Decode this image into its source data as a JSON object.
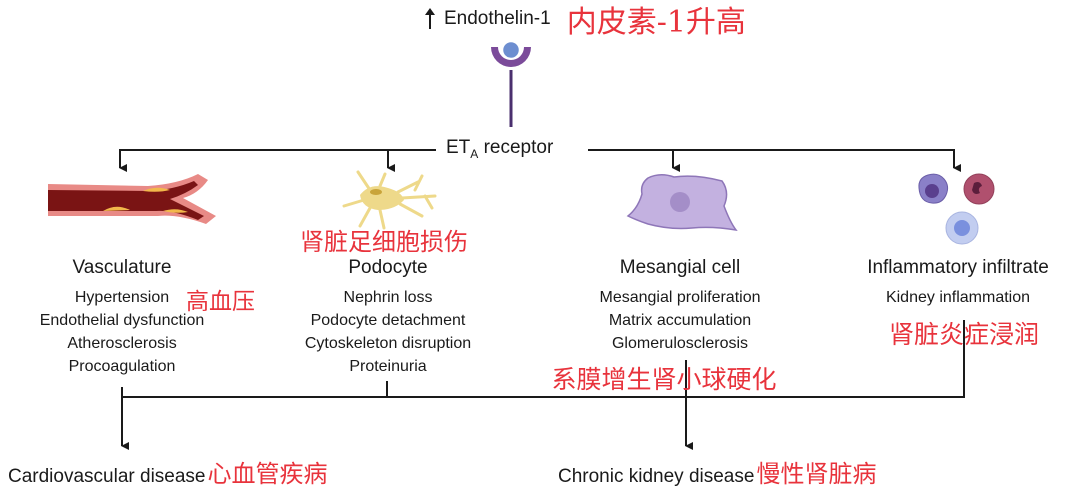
{
  "header": {
    "up_arrow_icon": "up-arrow",
    "ligand_label": "Endothelin-1",
    "ligand_label_zh": "内皮素-1升高"
  },
  "receptor": {
    "label_main": "ET",
    "label_sub": "A",
    "label_rest": " receptor",
    "icon": "receptor-icon"
  },
  "branches": [
    {
      "title": "Vasculature",
      "icon": "blood-vessel-icon",
      "items": [
        "Hypertension",
        "Endothelial dysfunction",
        "Atherosclerosis",
        "Procoagulation"
      ],
      "annotation_zh": "高血压"
    },
    {
      "title": "Podocyte",
      "icon": "podocyte-icon",
      "items": [
        "Nephrin loss",
        "Podocyte detachment",
        "Cytoskeleton disruption",
        "Proteinuria"
      ],
      "annotation_zh": "肾脏足细胞损伤"
    },
    {
      "title": "Mesangial cell",
      "icon": "mesangial-cell-icon",
      "items": [
        "Mesangial proliferation",
        "Matrix accumulation",
        "Glomerulosclerosis"
      ],
      "annotation_zh": "系膜增生肾小球硬化"
    },
    {
      "title": "Inflammatory infiltrate",
      "icon": "immune-cells-icon",
      "items": [
        "Kidney inflammation"
      ],
      "annotation_zh": "肾脏炎症浸润"
    }
  ],
  "outcomes": [
    {
      "label": "Cardiovascular disease",
      "label_zh": "心血管疾病"
    },
    {
      "label": "Chronic kidney disease",
      "label_zh": "慢性肾脏病"
    }
  ],
  "colors": {
    "annotation": "#e8333c",
    "text": "#1a1a1a",
    "receptor": "#7b4b9a",
    "ligand": "#6d8ed0",
    "vessel_dark": "#7a1414",
    "vessel_wall": "#e07a78",
    "plaque": "#f2b84b",
    "podocyte": "#eed98a",
    "mesangial": "#c3b1e0"
  }
}
